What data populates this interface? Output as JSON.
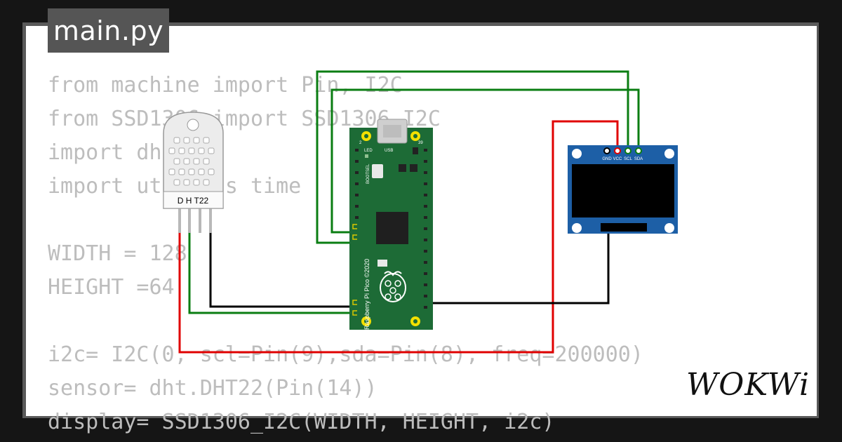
{
  "tab": {
    "filename": "main.py"
  },
  "code_lines": [
    "from machine import Pin, I2C",
    "from SSD1306 import SSD1306_I2C",
    "import dht",
    "import utime as time",
    "",
    "WIDTH = 128",
    "HEIGHT =64",
    "",
    "i2c= I2C(0, scl=Pin(9),sda=Pin(8), freq=200000)",
    "sensor= dht.DHT22(Pin(14))",
    "display= SSD1306_I2C(WIDTH, HEIGHT, i2c)"
  ],
  "components": {
    "dht22": {
      "label": "D H T22"
    },
    "pico": {
      "usb_label": "USB",
      "led_label": "LED",
      "bootsel_label": "BOOTSEL",
      "board_text": "Raspberry Pi Pico ©2020",
      "pin_label_top_left": "2",
      "pin_label_top_right": "39"
    },
    "oled": {
      "pins": [
        "GND",
        "VCC",
        "SCL",
        "SDA"
      ]
    }
  },
  "wire_colors": {
    "green": "#0a7d12",
    "red": "#e00000",
    "black": "#000000"
  },
  "brand": {
    "logo": "WOKWi"
  }
}
